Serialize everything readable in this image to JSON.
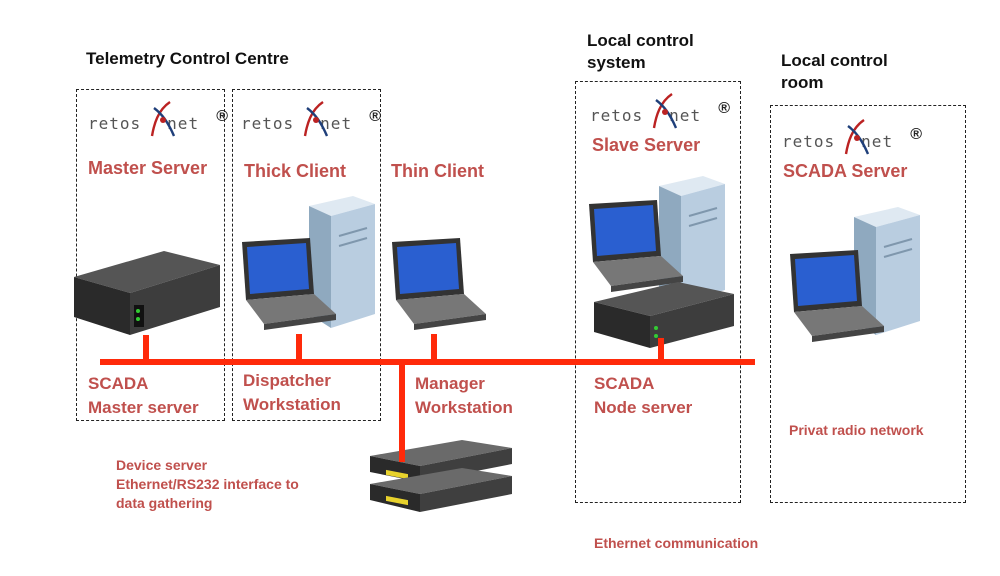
{
  "headings": {
    "tcc": "Telemetry Control Centre",
    "lcs": "Local control\nsystem",
    "lcr": "Local control\nroom"
  },
  "logo": {
    "left": "retos",
    "right": "net",
    "reg": "®"
  },
  "roles": {
    "master": "Master Server",
    "thick": "Thick Client",
    "thin": "Thin Client",
    "slave": "Slave Server",
    "scada": "SCADA Server"
  },
  "nodes": {
    "scada_master": "SCADA\nMaster server",
    "dispatcher": "Dispatcher\nWorkstation",
    "manager": "Manager\nWorkstation",
    "scada_node": "SCADA\nNode server"
  },
  "notes": {
    "device_server": "Device server\nEthernet/RS232 interface to\ndata gathering",
    "radio": "Privat radio network",
    "ethernet": "Ethernet communication"
  },
  "colors": {
    "bus": "#ff2a0a",
    "label": "#c0504d",
    "heading": "#111111"
  }
}
